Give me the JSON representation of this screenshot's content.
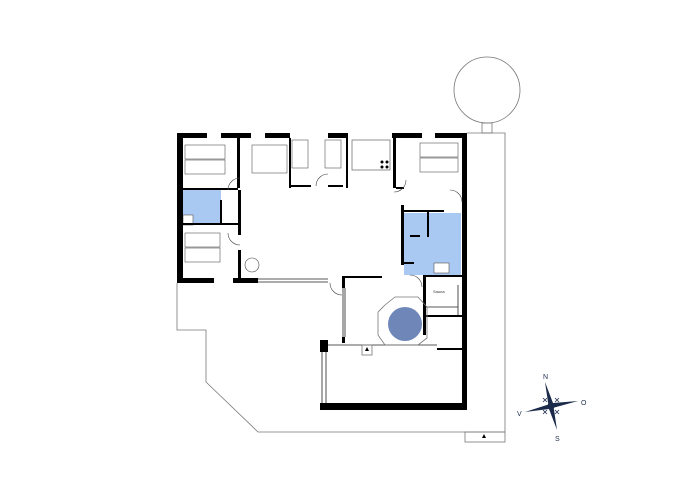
{
  "floor_plan": {
    "room_labels": {
      "sauna": "Sauna"
    },
    "colors": {
      "wall": "#000000",
      "bathroom": "#a9c8f2",
      "pool": "#6e86b8",
      "compass": "#1b2a4a"
    }
  },
  "compass": {
    "north": "N",
    "east": "O",
    "south": "S",
    "west": "V"
  }
}
